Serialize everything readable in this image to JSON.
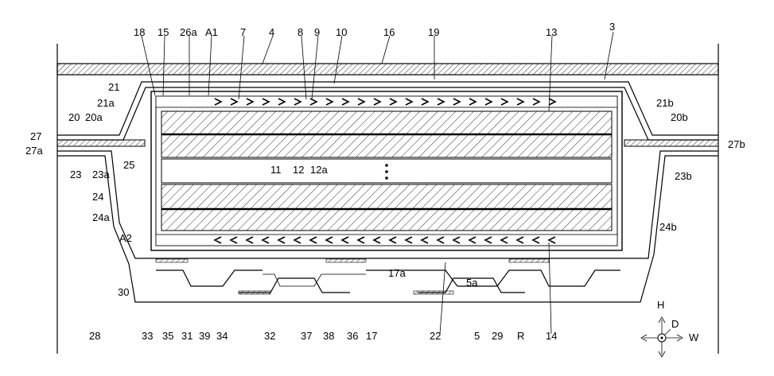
{
  "figure": {
    "labels": {
      "l18": "18",
      "l15": "15",
      "l26a": "26a",
      "lA1": "A1",
      "l7": "7",
      "l4": "4",
      "l8": "8",
      "l9": "9",
      "l10": "10",
      "l16": "16",
      "l19": "19",
      "l13": "13",
      "l3": "3",
      "l21": "21",
      "l21a": "21a",
      "l21b": "21b",
      "l20": "20",
      "l20a": "20a",
      "l20b": "20b",
      "l27": "27",
      "l27a": "27a",
      "l27b": "27b",
      "l23": "23",
      "l23a": "23a",
      "l23b": "23b",
      "l25": "25",
      "l24": "24",
      "l24a": "24a",
      "l24b": "24b",
      "lA2": "A2",
      "l11": "11",
      "l12": "12",
      "l12a": "12a",
      "l17a": "17a",
      "l5a": "5a",
      "l30": "30",
      "l28": "28",
      "l33": "33",
      "l35": "35",
      "l31": "31",
      "l39": "39",
      "l34": "34",
      "l32": "32",
      "l37": "37",
      "l38": "38",
      "l36": "36",
      "l17": "17",
      "l22": "22",
      "l5": "5",
      "l29": "29",
      "lR": "R",
      "l14": "14"
    },
    "compass": {
      "up": "H",
      "depth": "D",
      "right": "W"
    }
  }
}
